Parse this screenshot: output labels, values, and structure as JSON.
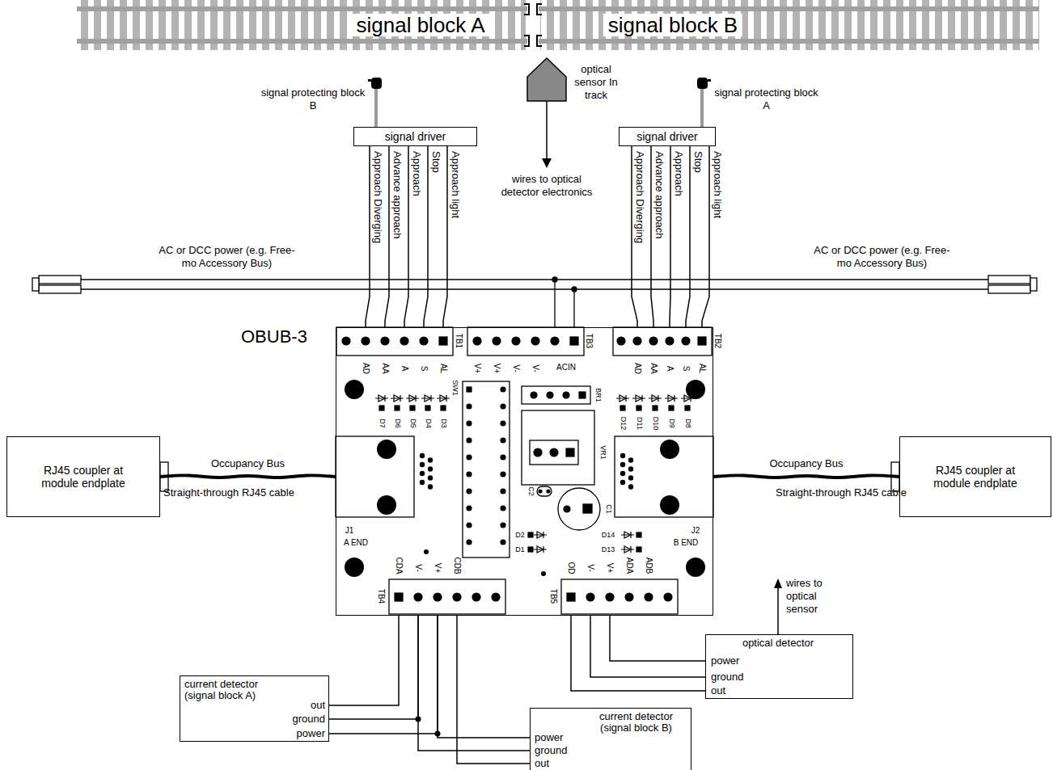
{
  "diagram": {
    "nodes": [
      {
        "text": [
          "signal driver"
        ]
      },
      {
        "text": [
          "signal driver"
        ]
      },
      {
        "text": [
          "OBUB-3"
        ]
      },
      {
        "text": [
          "RJ45 coupler at module endplate"
        ]
      },
      {
        "text": [
          "RJ45 coupler at module endplate"
        ]
      },
      {
        "text": [
          "current detector (signal block A)",
          "out",
          "ground",
          "power"
        ]
      },
      {
        "text": [
          "current detector (signal block B)",
          "power",
          "ground",
          "out"
        ]
      },
      {
        "text": [
          "optical detector",
          "power",
          "ground",
          "out"
        ]
      }
    ],
    "edges": [
      {
        "from": 0,
        "to": 2,
        "arrow": "none",
        "label": "Approach Diverging"
      },
      {
        "from": 0,
        "to": 2,
        "arrow": "none",
        "label": "Advance approach"
      },
      {
        "from": 0,
        "to": 2,
        "arrow": "none",
        "label": "Approach"
      },
      {
        "from": 0,
        "to": 2,
        "arrow": "none",
        "label": "Stop"
      },
      {
        "from": 0,
        "to": 2,
        "arrow": "none",
        "label": "Approach light"
      },
      {
        "from": 1,
        "to": 2,
        "arrow": "none",
        "label": "Approach Diverging"
      },
      {
        "from": 1,
        "to": 2,
        "arrow": "none",
        "label": "Advance approach"
      },
      {
        "from": 1,
        "to": 2,
        "arrow": "none",
        "label": "Approach"
      },
      {
        "from": 1,
        "to": 2,
        "arrow": "none",
        "label": "Stop"
      },
      {
        "from": 1,
        "to": 2,
        "arrow": "none",
        "label": "Approach light"
      },
      {
        "from": 3,
        "to": 2,
        "arrow": "none",
        "label": "Occupancy Bus"
      },
      {
        "from": 4,
        "to": 2,
        "arrow": "none",
        "label": "Occupancy Bus"
      },
      {
        "from": 5,
        "to": 2,
        "arrow": "none"
      },
      {
        "from": 5,
        "to": 2,
        "arrow": "none"
      },
      {
        "from": 5,
        "to": 2,
        "arrow": "none"
      },
      {
        "from": 6,
        "to": 2,
        "arrow": "none"
      },
      {
        "from": 6,
        "to": 2,
        "arrow": "none"
      },
      {
        "from": 6,
        "to": 2,
        "arrow": "none"
      },
      {
        "from": 7,
        "to": 2,
        "arrow": "none"
      },
      {
        "from": 7,
        "to": 2,
        "arrow": "none"
      },
      {
        "from": 7,
        "to": 2,
        "arrow": "none"
      }
    ],
    "labels": [
      "signal block A",
      "signal block B",
      "signal protecting block B",
      "signal protecting block A",
      "optical sensor In track",
      "wires to optical detector electronics",
      "AC or DCC power (e.g. Free-mo Accessory Bus)",
      "AC or DCC power (e.g. Free-mo Accessory Bus)",
      "Straight-through RJ45 cable",
      "Straight-through RJ45 cable",
      "wires to optical sensor",
      "TB1",
      "AD",
      "AA",
      "A",
      "S",
      "AL",
      "TB3",
      "V+",
      "V+",
      "V-",
      "V-",
      "ACIN",
      "TB2",
      "AD",
      "AA",
      "A",
      "S",
      "AL",
      "SW1",
      "BR1",
      "D7",
      "D6",
      "D5",
      "D4",
      "D3",
      "D12",
      "D11",
      "D10",
      "D9",
      "D8",
      "VR1",
      "C2",
      "C1",
      "D2",
      "D1",
      "D14",
      "D13",
      "J1",
      "A END",
      "J2",
      "B END",
      "TB4",
      "CDA",
      "V-",
      "V+",
      "CDB",
      "TB5",
      "OD",
      "V-",
      "V+",
      "ADA",
      "ADB"
    ]
  }
}
